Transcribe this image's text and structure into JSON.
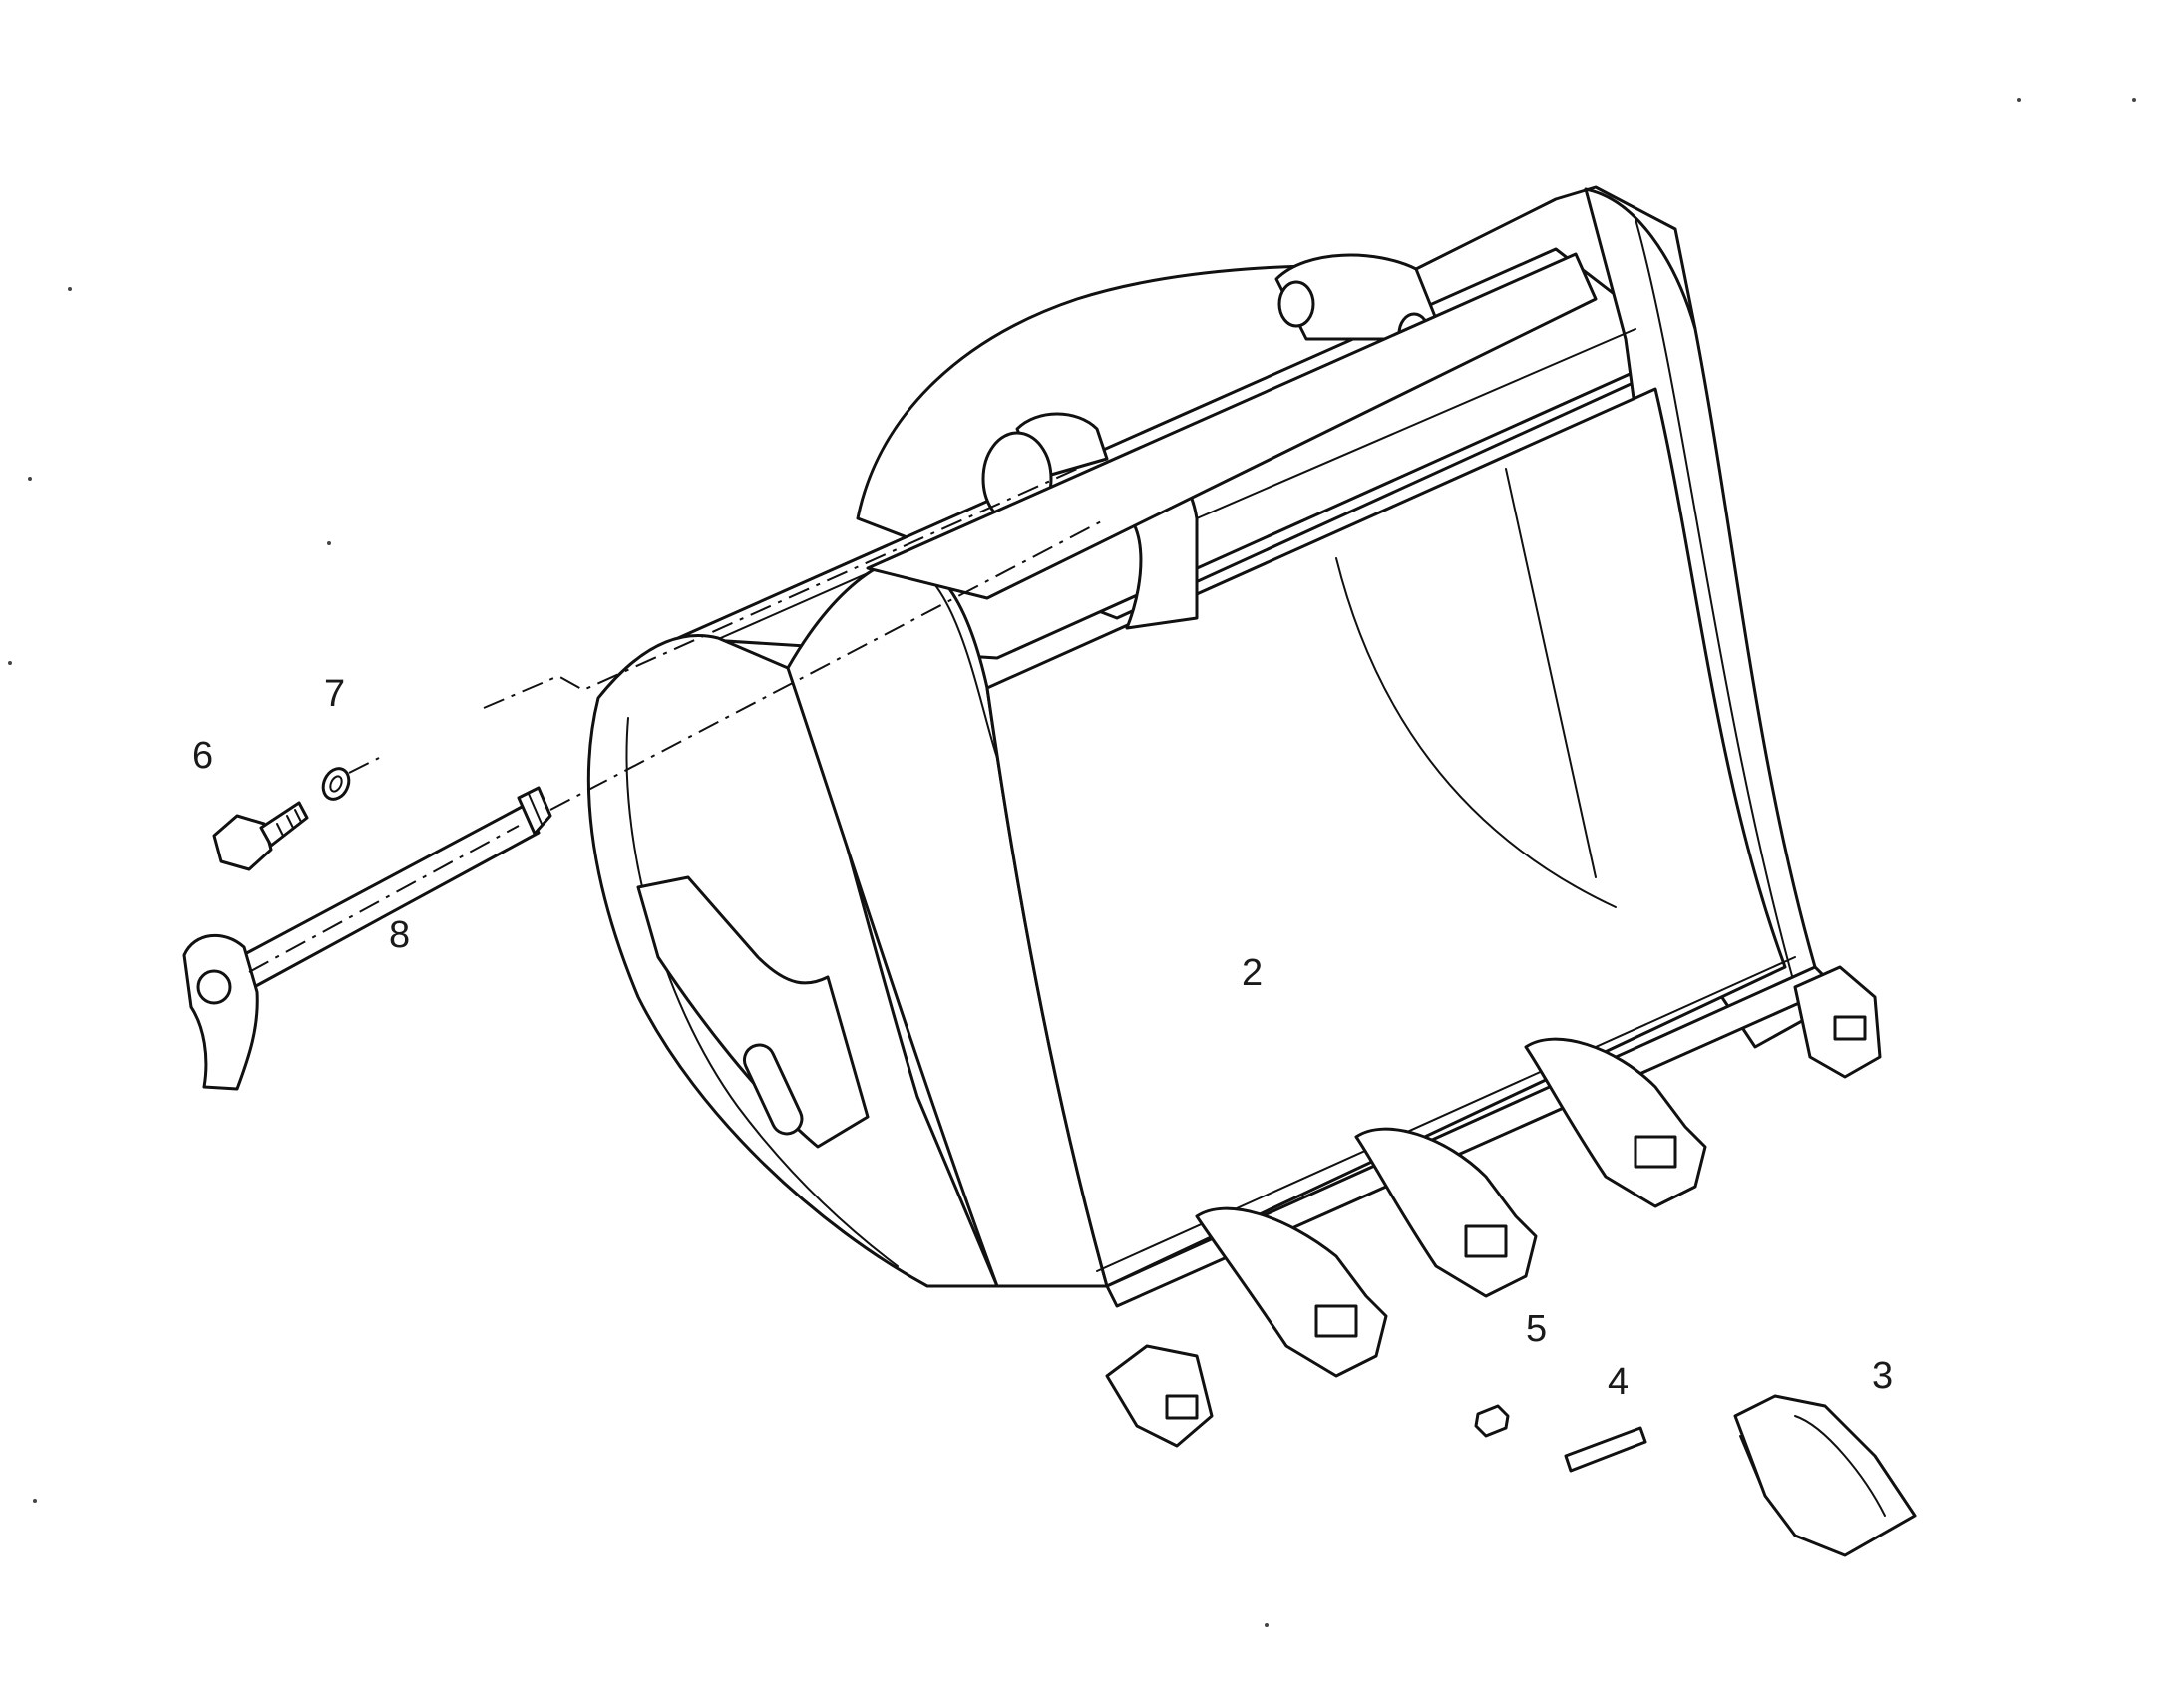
{
  "diagram": {
    "parts": [
      {
        "id": "bucket",
        "number": "2"
      },
      {
        "id": "tooth",
        "number": "3"
      },
      {
        "id": "retainer-pin",
        "number": "4"
      },
      {
        "id": "lock",
        "number": "5"
      },
      {
        "id": "bolt",
        "number": "6"
      },
      {
        "id": "washer",
        "number": "7"
      },
      {
        "id": "pin",
        "number": "8"
      }
    ]
  }
}
